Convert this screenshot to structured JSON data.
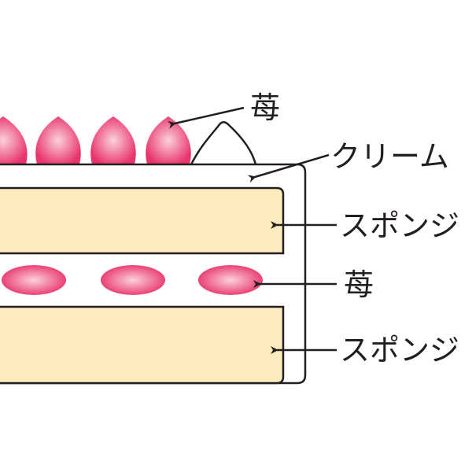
{
  "labels": {
    "strawberry_top": "苺",
    "cream": "クリーム",
    "sponge_upper": "スポンジ",
    "strawberry_middle": "苺",
    "sponge_lower": "スポンジ"
  },
  "colors": {
    "sponge": "#fcecbd",
    "strawberry_edge": "#e8346a",
    "strawberry_highlight": "#fbd0dc",
    "outline": "#231f20"
  }
}
